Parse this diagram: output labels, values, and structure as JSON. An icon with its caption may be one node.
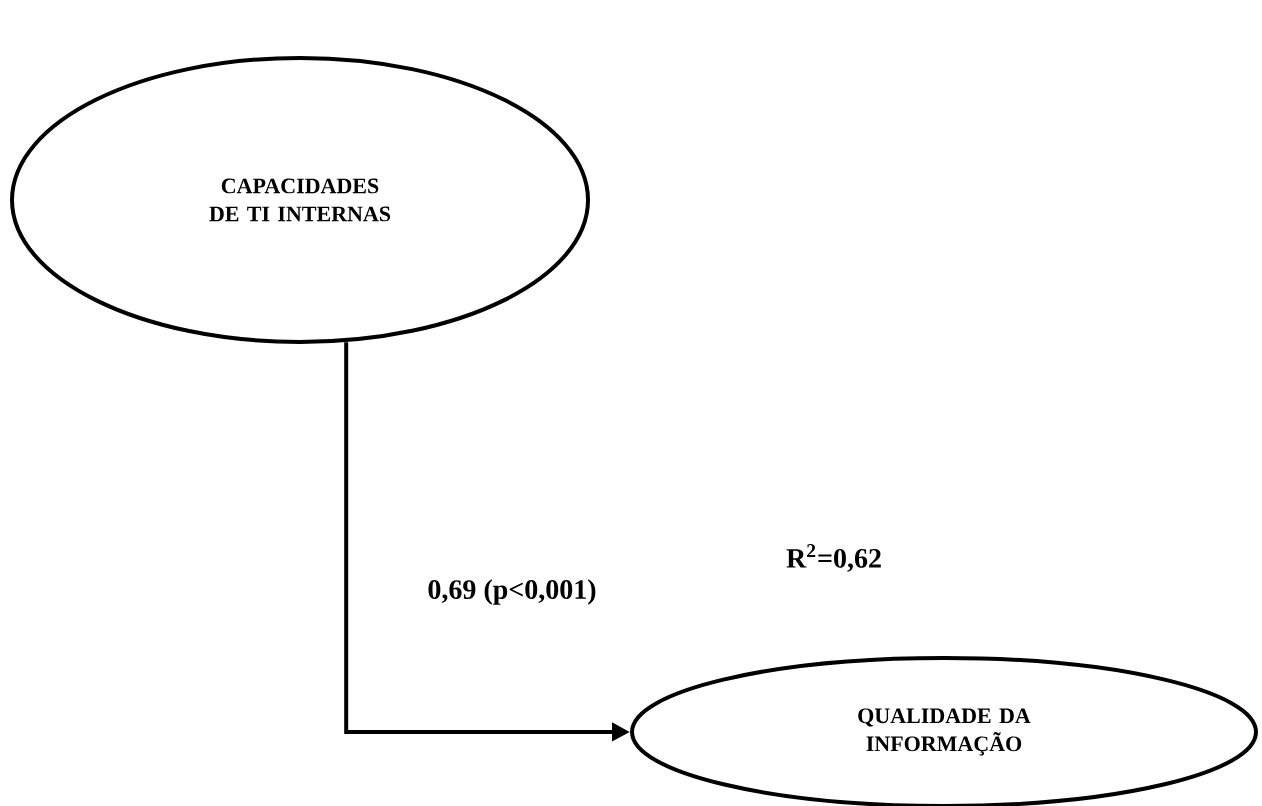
{
  "diagram": {
    "nodes": [
      {
        "text": [
          "CAPACIDADES DE TI INTERNAS"
        ]
      },
      {
        "text": [
          "QUALIDADE DA INFORMAÇÃO"
        ],
        "beside": [
          "R$^{2}$=0,62"
        ]
      }
    ],
    "edges": [
      {
        "from": 0,
        "to": 1,
        "arrow": "to",
        "label": "0,69 (p<0,001)"
      }
    ]
  }
}
